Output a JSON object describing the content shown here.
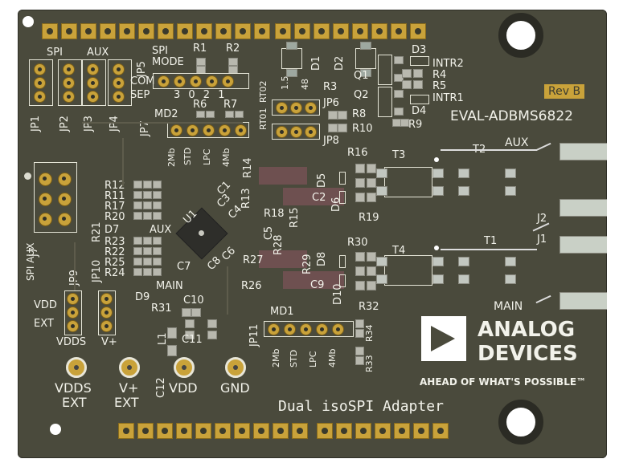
{
  "board": {
    "rev_label": "Rev B",
    "board_name": "EVAL-ADBMS6822",
    "logo_line1": "ANALOG",
    "logo_line2": "DEVICES",
    "tagline": "AHEAD OF WHAT'S POSSIBLE™",
    "adapter_label": "Dual isoSPI Adapter"
  },
  "labels": {
    "spi": "SPI",
    "aux": "AUX",
    "jp1": "JP1",
    "jp2": "JP2",
    "jp3": "JP3",
    "jp4": "JP4",
    "jp5": "JP5",
    "spi_mode": "SPI",
    "mode": "MODE",
    "com": "COM",
    "sep": "SEP",
    "mode_nums": "3 0 2 1",
    "r1": "R1",
    "r2": "R2",
    "md2": "MD2",
    "r6": "R6",
    "r7": "R7",
    "jp7": "JP7",
    "md_2mb": "2Mb",
    "md_std": "STD",
    "md_lpc": "LPC",
    "md_4mb": "4Mb",
    "rt01": "RT01",
    "rt02": "RT02",
    "n15": "1.5",
    "n48": "48",
    "jp6": "JP6",
    "jp8": "JP8",
    "r8": "R8",
    "r10": "R10",
    "r3": "R3",
    "d1": "D1",
    "d2": "D2",
    "q1": "Q1",
    "q2": "Q2",
    "d3": "D3",
    "d4": "D4",
    "intr2": "INTR2",
    "intr1": "INTR1",
    "r4": "R4",
    "r5": "R5",
    "r9": "R9",
    "r16": "R16",
    "t3": "T3",
    "t2": "T2",
    "aux_conn": "AUX",
    "d5": "D5",
    "d6": "D6",
    "c2": "C2",
    "r19": "R19",
    "r14": "R14",
    "r13": "R13",
    "r18": "R18",
    "r15": "R15",
    "c1": "C1",
    "c3": "C3",
    "c4": "C4",
    "u1": "U1",
    "r12": "R12",
    "r11": "R11",
    "r17": "R17",
    "r20": "R20",
    "d7": "D7",
    "aux_led": "AUX",
    "r21": "R21",
    "spi_aux_v": "SPI AUX",
    "j7": "J7",
    "r23": "R23",
    "r22": "R22",
    "r25": "R25",
    "r24": "R24",
    "c7": "C7",
    "main_led": "MAIN",
    "d9": "D9",
    "jp9": "JP9",
    "jp10": "JP10",
    "vdd": "VDD",
    "ext": "EXT",
    "vdds": "VDDS",
    "vplus": "V+",
    "r31": "R31",
    "c10": "C10",
    "c8": "C8",
    "c6": "C6",
    "c5": "C5",
    "r28": "R28",
    "r27": "R27",
    "r26": "R26",
    "r29": "R29",
    "d8": "D8",
    "r30": "R30",
    "t4": "T4",
    "t1": "T1",
    "c9": "C9",
    "d10": "D10",
    "r32": "R32",
    "j2": "J2",
    "j1": "J1",
    "main_conn": "MAIN",
    "l1": "L1",
    "c11": "C11",
    "c12": "C12",
    "md1": "MD1",
    "jp11": "JP11",
    "r34": "R34",
    "r33": "R33",
    "tp_vdds": "VDDS",
    "tp_vdds_ext": "EXT",
    "tp_vplus": "V+",
    "tp_vplus_ext": "EXT",
    "tp_vdd": "VDD",
    "tp_gnd": "GND"
  }
}
